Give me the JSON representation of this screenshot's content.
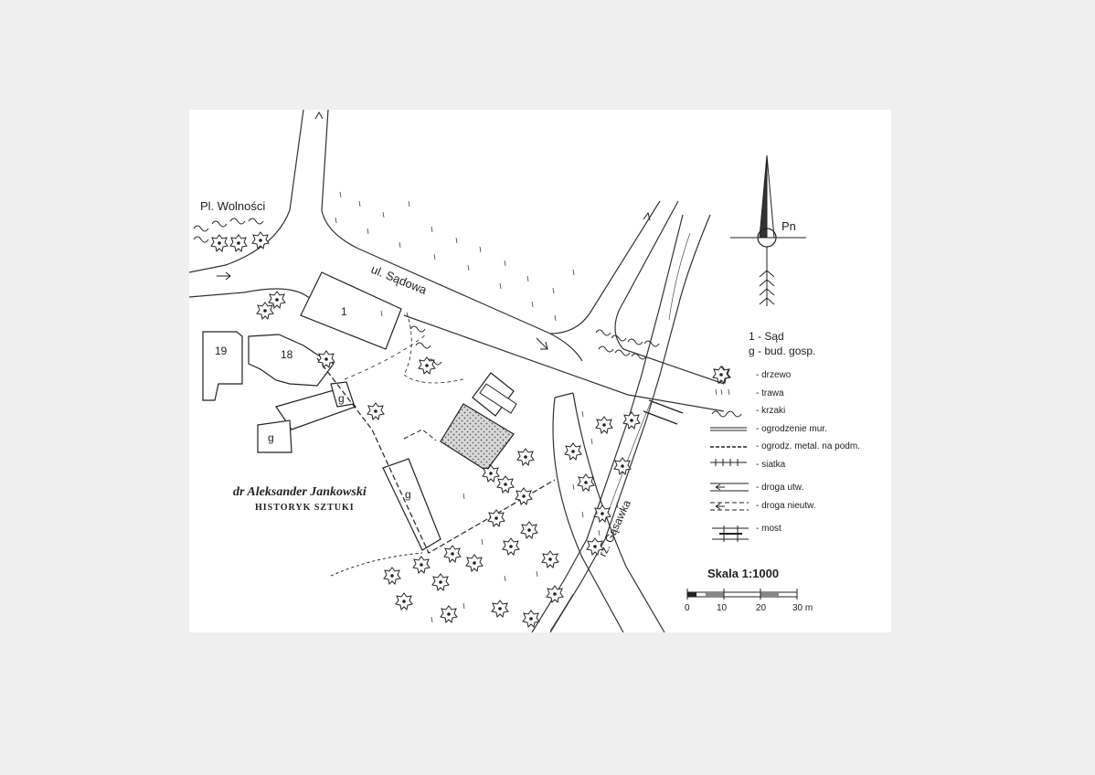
{
  "map": {
    "place_label": "Pl. Wolności",
    "street_label": "ul. Sądowa",
    "river_label": "rz. Gąsawka",
    "parcels": {
      "p19": "19",
      "p18": "18",
      "p1": "1",
      "g": "g"
    },
    "north_label": "Pn",
    "author": {
      "name": "dr Aleksander Jankowski",
      "title": "HISTORYK SZTUKI"
    }
  },
  "legend": {
    "key_1": "1 - Sąd",
    "key_g": "g - bud. gosp.",
    "items": [
      {
        "label": "- drzewo"
      },
      {
        "label": "- trawa"
      },
      {
        "label": "- krzaki"
      },
      {
        "label": "- ogrodzenie mur."
      },
      {
        "label": "- ogrodz. metal. na podm."
      },
      {
        "label": "- siatka"
      },
      {
        "label": "- droga utw."
      },
      {
        "label": "- droga nieutw."
      },
      {
        "label": "- most"
      }
    ]
  },
  "scale": {
    "title": "Skala 1:1000",
    "ticks": [
      "0",
      "10",
      "20",
      "30 m"
    ]
  }
}
